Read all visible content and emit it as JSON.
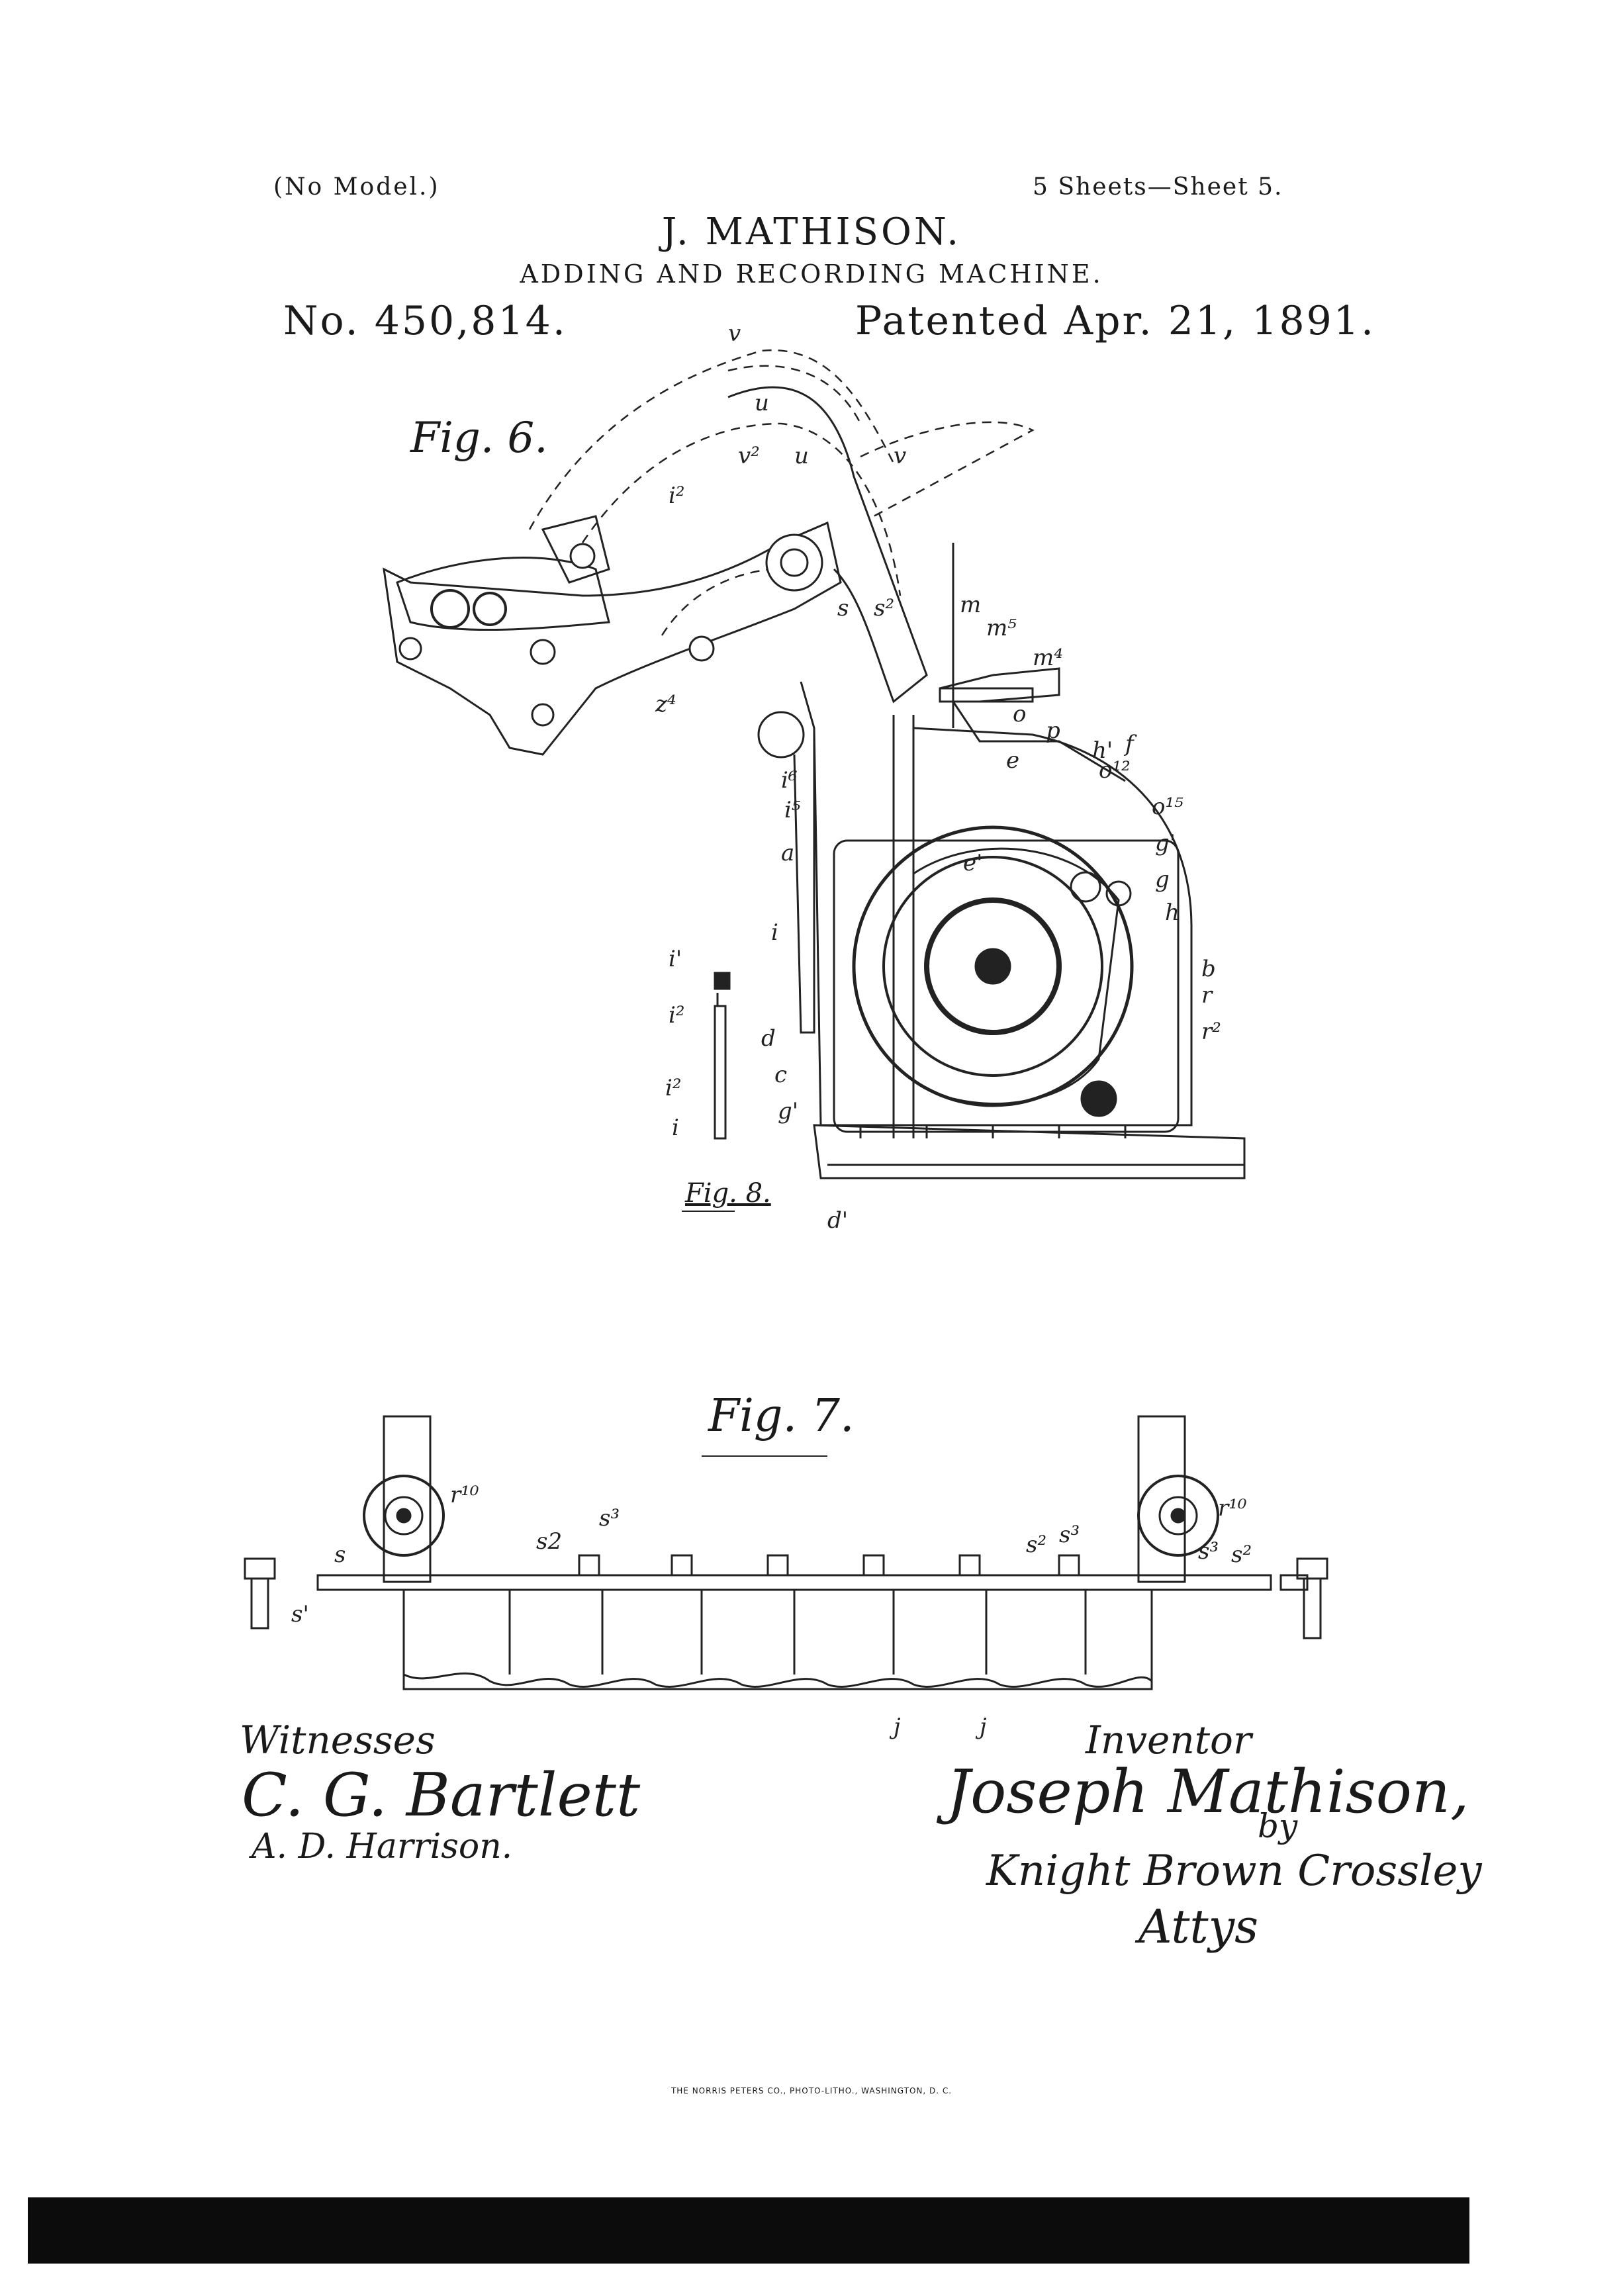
{
  "header": {
    "no_model": "(No Model.)",
    "sheets": "5 Sheets—Sheet 5.",
    "inventor": "J. MATHISON.",
    "title": "ADDING AND RECORDING MACHINE.",
    "patent_no": "No. 450,814.",
    "patented": "Patented Apr. 21, 1891."
  },
  "figures": {
    "fig6": "Fig. 6.",
    "fig7": "Fig. 7.",
    "fig8": "Fig. 8."
  },
  "fig6_labels": [
    "v",
    "u",
    "u",
    "v",
    "i²",
    "v²",
    "s",
    "s²",
    "m",
    "m⁵",
    "m⁴",
    "z⁴",
    "o",
    "p",
    "h'",
    "f",
    "e",
    "o¹²",
    "i⁶",
    "i⁵",
    "o¹⁵",
    "a",
    "g'",
    "e'",
    "g",
    "h",
    "i",
    "b",
    "r",
    "d",
    "r²",
    "c",
    "g'",
    "d'"
  ],
  "fig8_labels": [
    "i'",
    "i²",
    "i²",
    "i"
  ],
  "fig7_labels": [
    "s",
    "s'",
    "r¹⁰",
    "s2",
    "s³",
    "s²",
    "s³",
    "r¹⁰",
    "s³",
    "s²",
    "j",
    "j"
  ],
  "signatures": {
    "witnesses_label": "Witnesses",
    "witness1": "C. G. Bartlett",
    "witness2": "A. D. Harrison.",
    "inventor_label": "Inventor",
    "inventor_signature": "Joseph Mathison,",
    "by": "by",
    "attorney": "Knight Brown Crossley",
    "attys": "Attys"
  },
  "printer": "THE NORRIS PETERS CO., PHOTO-LITHO., WASHINGTON, D. C."
}
